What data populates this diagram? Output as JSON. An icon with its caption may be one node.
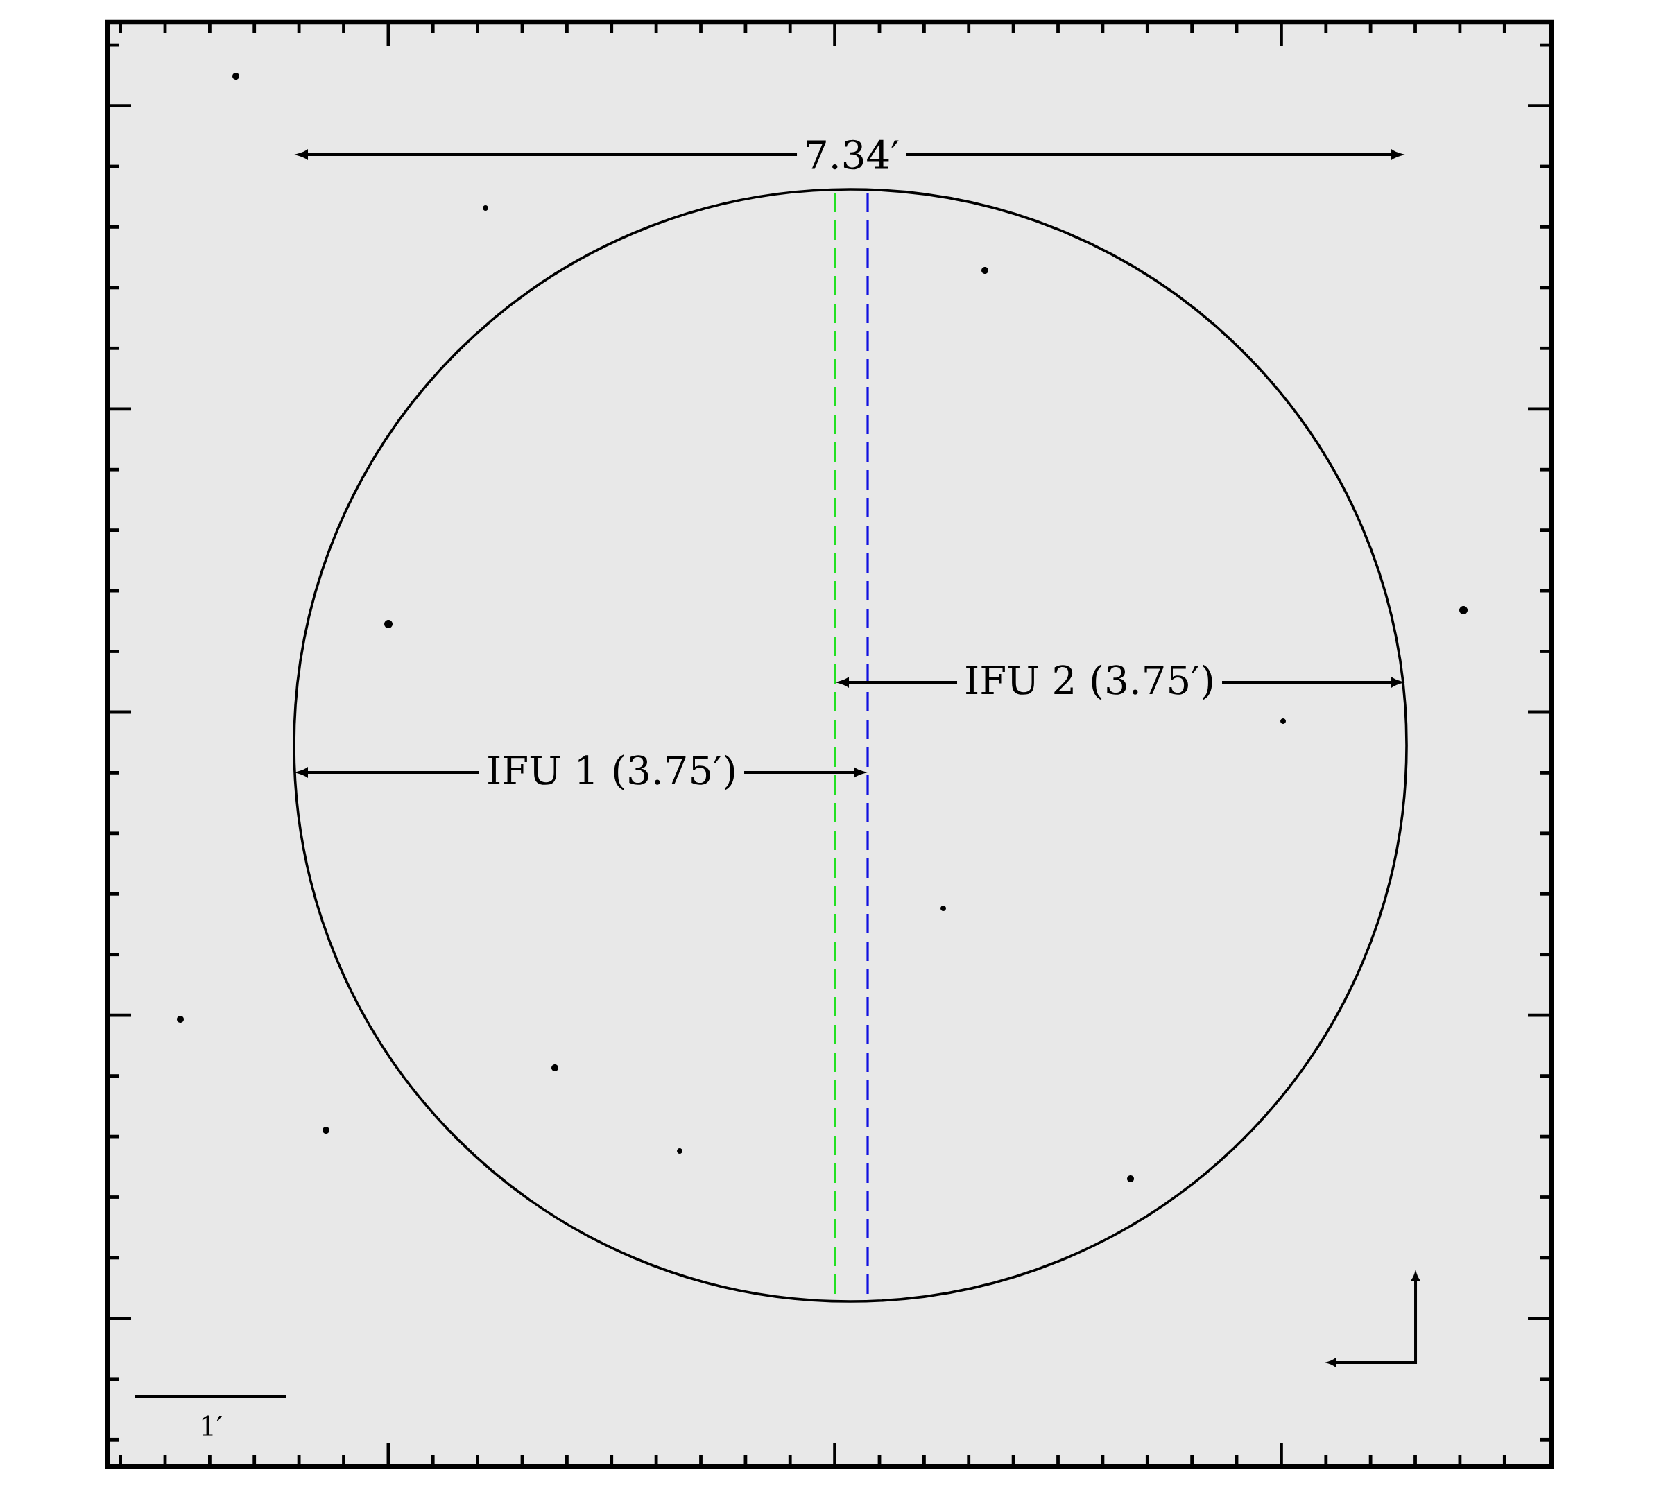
{
  "diagram": {
    "labels": [
      "7.34′",
      "IFU 2 (3.75′)",
      "IFU 1 (3.75′)",
      "1′"
    ]
  }
}
